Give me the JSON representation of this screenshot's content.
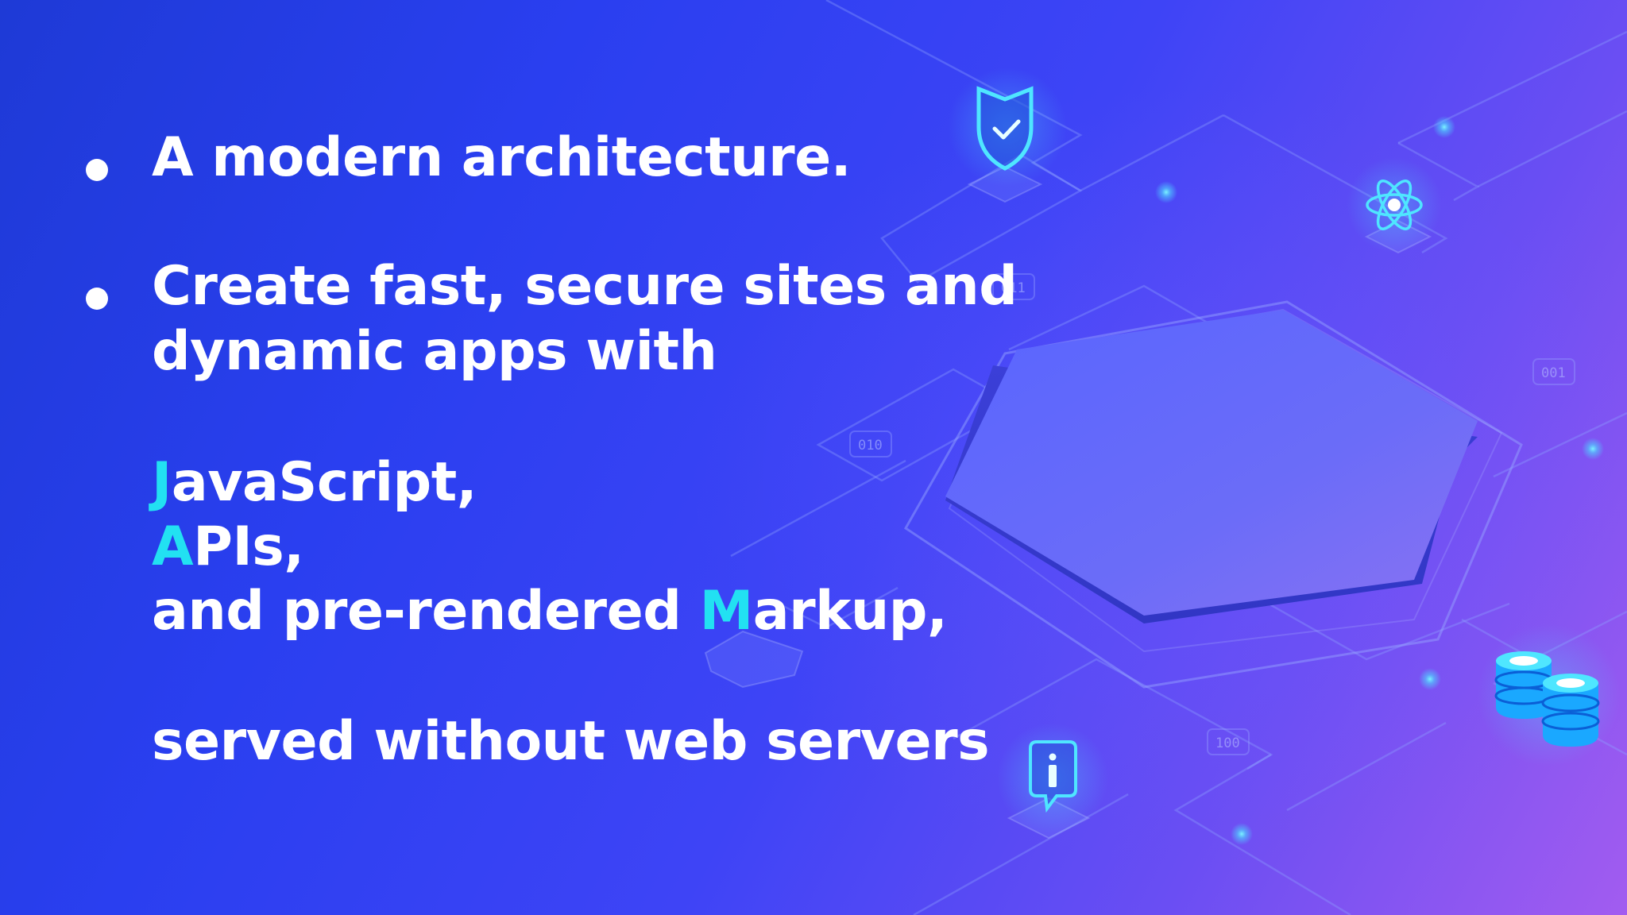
{
  "slide": {
    "bullet_1": "A modern architecture.",
    "bullet_2_line_1": "Create fast, secure sites and",
    "bullet_2_line_2": "dynamic apps with",
    "stack_1": {
      "accent": "J",
      "rest": "avaScript,"
    },
    "stack_2": {
      "accent": "A",
      "rest": "PIs,"
    },
    "stack_3": {
      "prefix": "and pre-rendered ",
      "accent": "M",
      "rest": "arkup,"
    },
    "closing": "served without web servers"
  },
  "illustration": {
    "binary_tags": [
      "011",
      "010",
      "001",
      "100"
    ],
    "icons": [
      "shield-check-icon",
      "react-atom-icon",
      "info-icon",
      "database-icon"
    ]
  },
  "colors": {
    "accent": "#22e1f2",
    "text": "#ffffff",
    "background_start": "#1e3ad6",
    "background_end": "#a25cf0"
  }
}
